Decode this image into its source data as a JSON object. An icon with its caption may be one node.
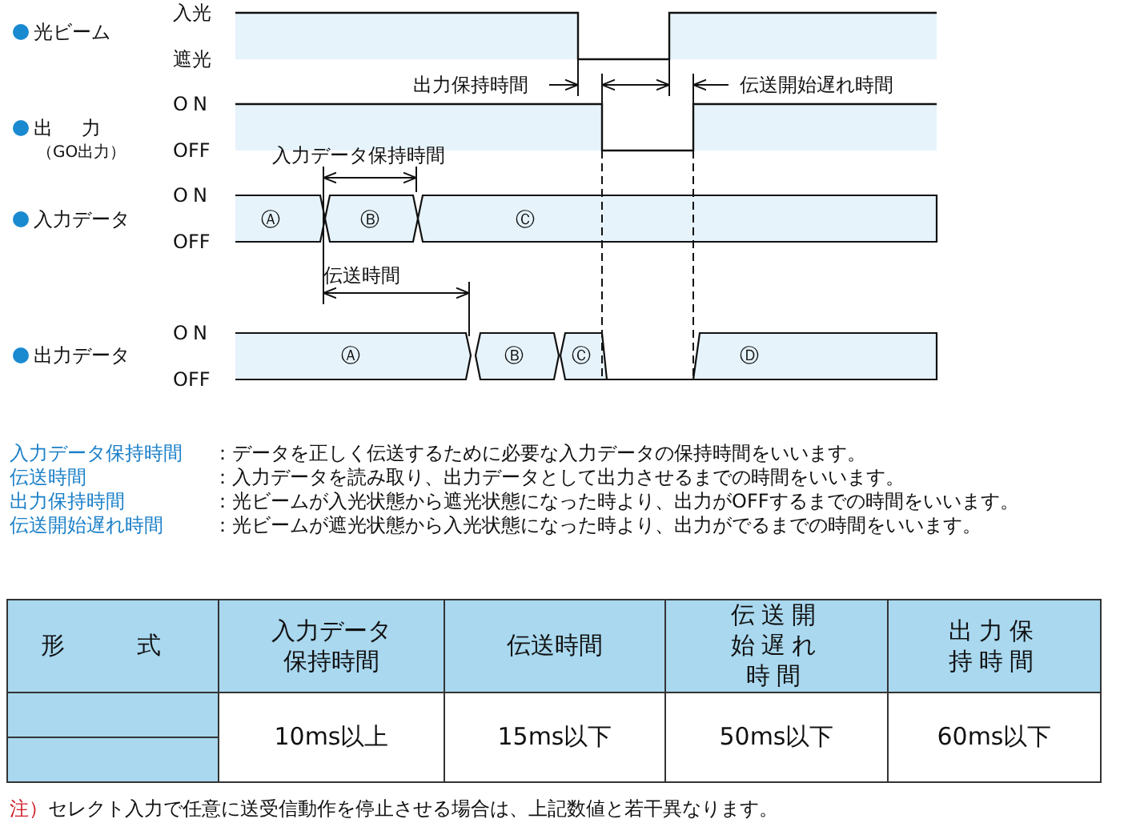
{
  "diagram": {
    "labels": [
      "光ビーム",
      "入光",
      "遮光",
      "出力保持時間",
      "伝送開始遅れ時間",
      "出　力",
      "（GO出力）",
      "ON",
      "OFF",
      "入力データ保持時間",
      "入力データ",
      "ON",
      "OFF",
      "Ⓐ",
      "Ⓑ",
      "Ⓒ",
      "伝送時間",
      "出力データ",
      "ON",
      "OFF",
      "Ⓐ",
      "Ⓑ",
      "Ⓒ",
      "Ⓓ",
      "入力データ保持時間",
      "：データを正しく伝送するために必要な入力データの保持時間をいいます。",
      "伝送時間",
      "：入力データを読み取り、出力データとして出力させるまでの時間をいいます。",
      "出力保持時間",
      "：光ビームが入光状態から遮光状態になった時より、出力がOFFするまでの時間をいいます。",
      "伝送開始遅れ時間",
      "：光ビームが遮光状態から入光状態になった時より、出力がでるまでの時間をいいます。",
      "形　式",
      "入力データ保持時間",
      "伝送時間",
      "伝送開始遅れ時間",
      "出力保持時間",
      "10ms以上",
      "15ms以下",
      "50ms以下",
      "60ms以下",
      "注）",
      "セレクト入力で任意に送受信動作を停止させる場合は、上記数値と若干異なります。"
    ]
  }
}
